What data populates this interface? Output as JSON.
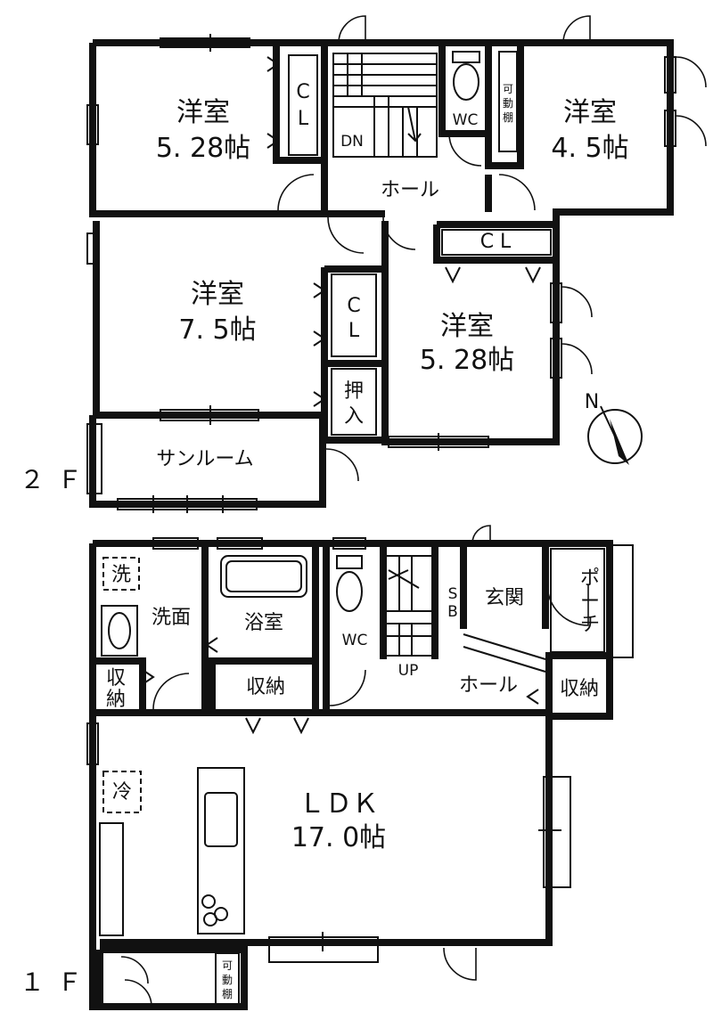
{
  "floor2": {
    "label": "２Ｆ",
    "rooms": {
      "room_nw": {
        "name": "洋室",
        "size": "5. 28帖"
      },
      "room_ne": {
        "name": "洋室",
        "size": "4. 5帖"
      },
      "room_w": {
        "name": "洋室",
        "size": "7. 5帖"
      },
      "room_c": {
        "name": "洋室",
        "size": "5. 28帖"
      },
      "hall": "ホール",
      "wc": "WC",
      "stairs_dn": "DN",
      "cl_1": [
        "C",
        "L"
      ],
      "cl_2": "C L",
      "cl_3": [
        "C",
        "L"
      ],
      "oshiire": [
        "押",
        "入"
      ],
      "shelf": [
        "可",
        "動",
        "棚"
      ],
      "sunroom": "サンルーム"
    },
    "compass": "N"
  },
  "floor1": {
    "label": "１Ｆ",
    "rooms": {
      "ldk_name": "ＬＤＫ",
      "ldk_size": "17. 0帖",
      "washroom": "洗面",
      "washer": "洗",
      "bath": "浴室",
      "wc": "WC",
      "storage_1": [
        "収",
        "納"
      ],
      "storage_2": "収納",
      "storage_3": "収納",
      "hall": "ホール",
      "entrance": "玄関",
      "sb": [
        "S",
        "B"
      ],
      "stairs_up": "UP",
      "porch": [
        "ポ",
        "ー",
        "チ"
      ],
      "fridge": "冷",
      "shelf": [
        "可",
        "動",
        "棚"
      ]
    }
  }
}
